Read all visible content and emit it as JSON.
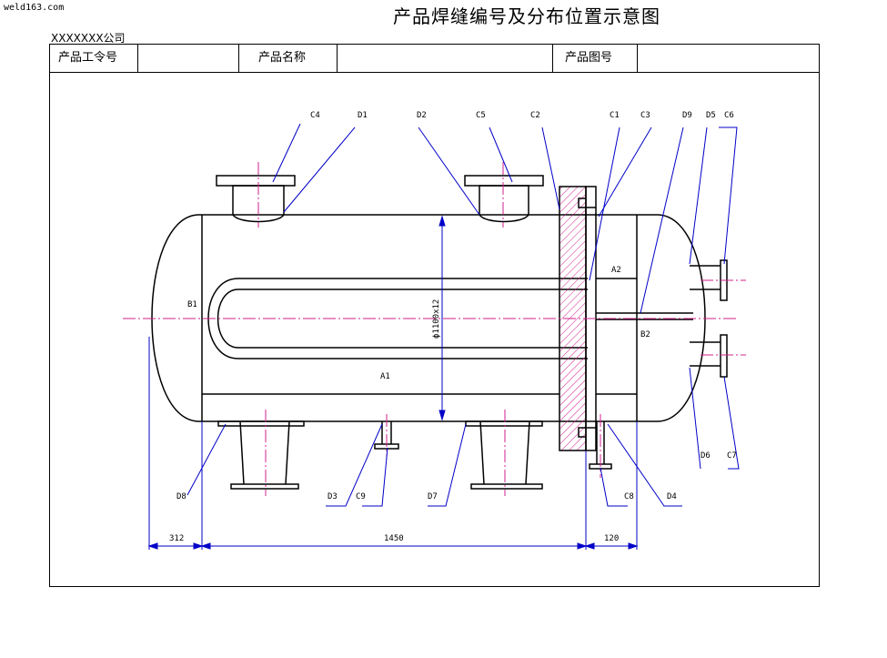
{
  "site": "weld163.com",
  "title": "产品焊缝编号及分布位置示意图",
  "company": "XXXXXXX公司",
  "table": {
    "cell1": "产品工令号",
    "cell2": "产品名称",
    "cell3": "产品图号"
  },
  "labels": {
    "C4": "C4",
    "D1": "D1",
    "D2": "D2",
    "C5": "C5",
    "C2": "C2",
    "C1": "C1",
    "C3": "C3",
    "D9": "D9",
    "D5": "D5",
    "C6": "C6",
    "A2": "A2",
    "B1": "B1",
    "B2": "B2",
    "A1": "A1",
    "D8": "D8",
    "D3": "D3",
    "C9": "C9",
    "D7": "D7",
    "C8": "C8",
    "D4": "D4",
    "D6": "D6",
    "C7": "C7"
  },
  "dims": {
    "diameter": "ϕ1100x12",
    "d312": "312",
    "d1450": "1450",
    "d120": "120"
  }
}
